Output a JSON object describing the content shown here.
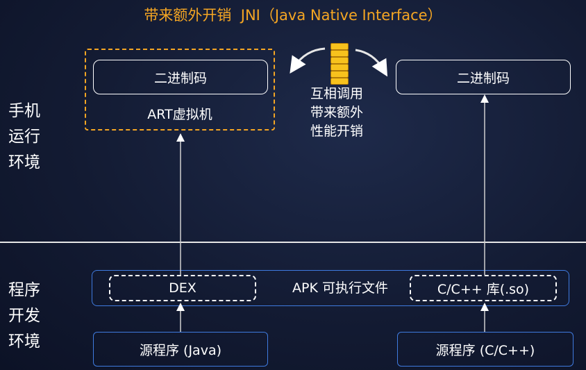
{
  "title": "带来额外开销  JNI（Java Native Interface）",
  "side_labels": {
    "phone_runtime": [
      "手机",
      "运行",
      "环境"
    ],
    "dev_env": [
      "程序",
      "开发",
      "环境"
    ]
  },
  "left_block": {
    "binary_label": "二进制码",
    "vm_label": "ART虚拟机"
  },
  "right_block": {
    "binary_label": "二进制码"
  },
  "jni_note": [
    "互相调用",
    "带来额外",
    "性能开销"
  ],
  "apk": {
    "label": "APK 可执行文件",
    "dex_label": "DEX",
    "so_label": "C/C++ 库(.so)"
  },
  "sources": {
    "java_label": "源程序 (Java)",
    "cpp_label": "源程序 (C/C++)"
  },
  "colors": {
    "accent_orange": "#f5a623",
    "blue_border": "#3f7be0",
    "coin_yellow": "#f7c21d"
  }
}
